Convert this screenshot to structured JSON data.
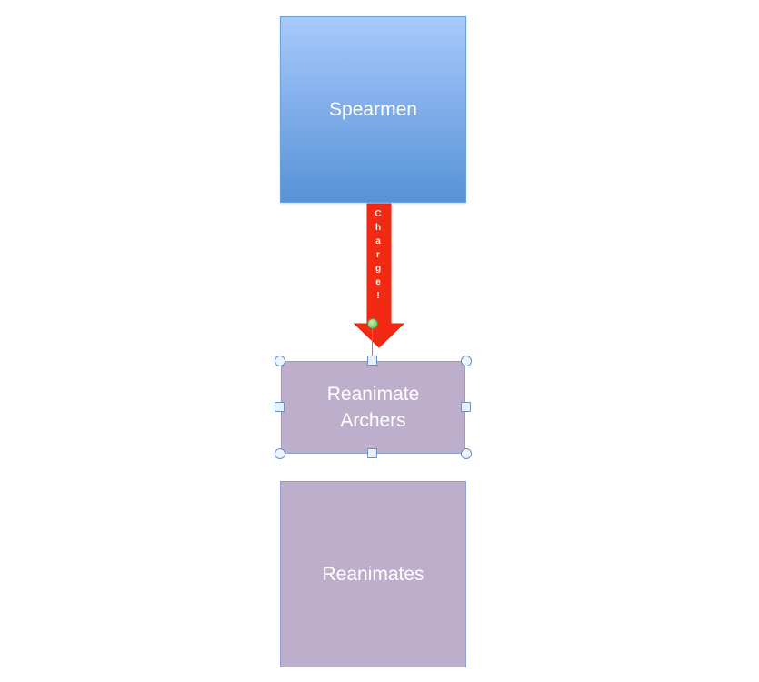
{
  "nodes": {
    "spearmen": "Spearmen",
    "reanimate_archers": "Reanimate\nArchers",
    "reanimates": "Reanimates"
  },
  "arrow": {
    "label": "Charge!",
    "color": "#f22a14"
  },
  "colors": {
    "blue_box": "#84b0ec",
    "purple_box": "#bdafcc",
    "selection": "#6b8fc2"
  }
}
